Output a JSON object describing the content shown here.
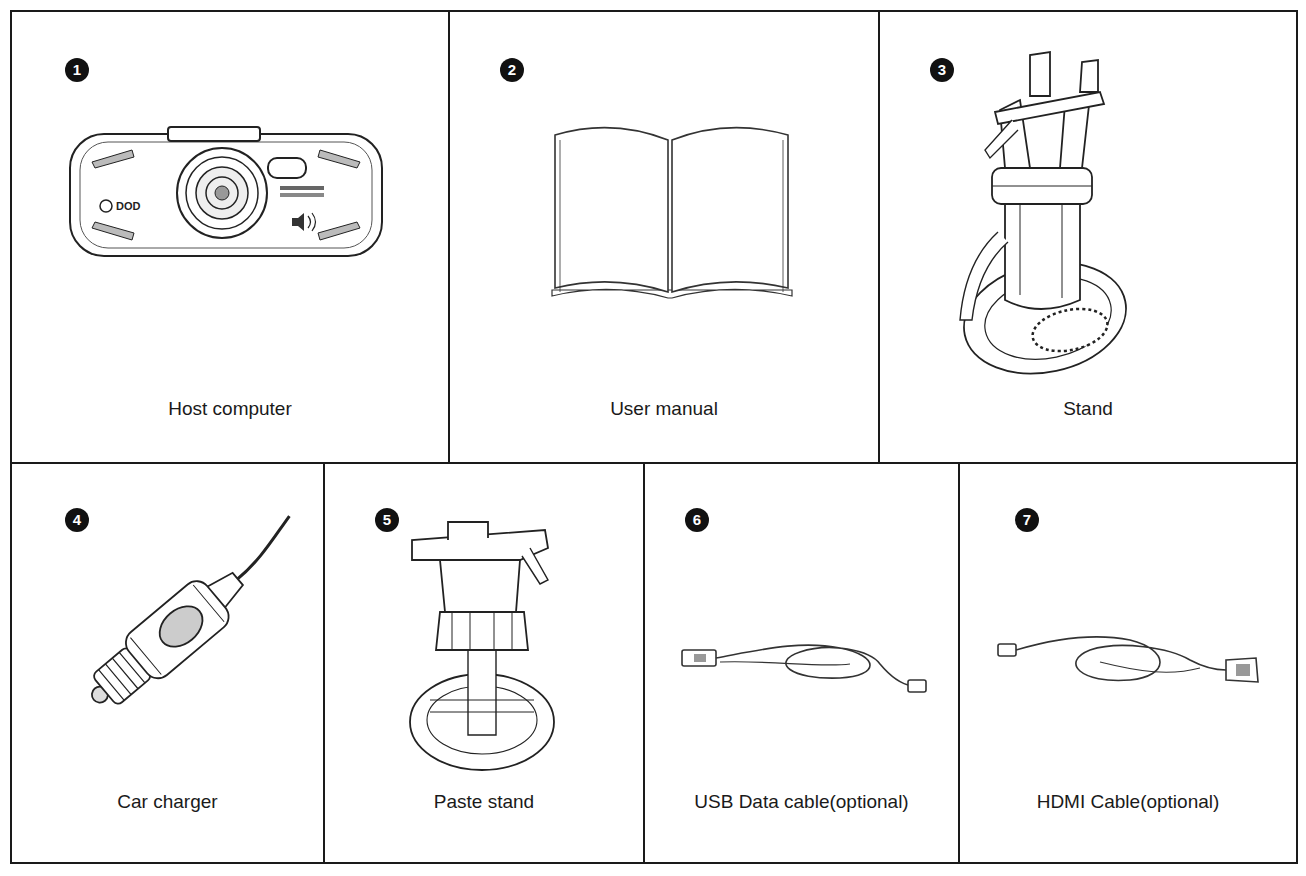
{
  "diagram": {
    "nodes": [
      {
        "text": [
          "1",
          "Host computer"
        ]
      },
      {
        "text": [
          "2",
          "User manual"
        ]
      },
      {
        "text": [
          "3",
          "Stand"
        ]
      },
      {
        "text": [
          "4",
          "Car charger"
        ]
      },
      {
        "text": [
          "5",
          "Paste stand"
        ]
      },
      {
        "text": [
          "6",
          "USB Data cable(optional)"
        ]
      },
      {
        "text": [
          "7",
          "HDMI Cable(optional)"
        ]
      }
    ],
    "labels": [
      "DOD"
    ]
  }
}
